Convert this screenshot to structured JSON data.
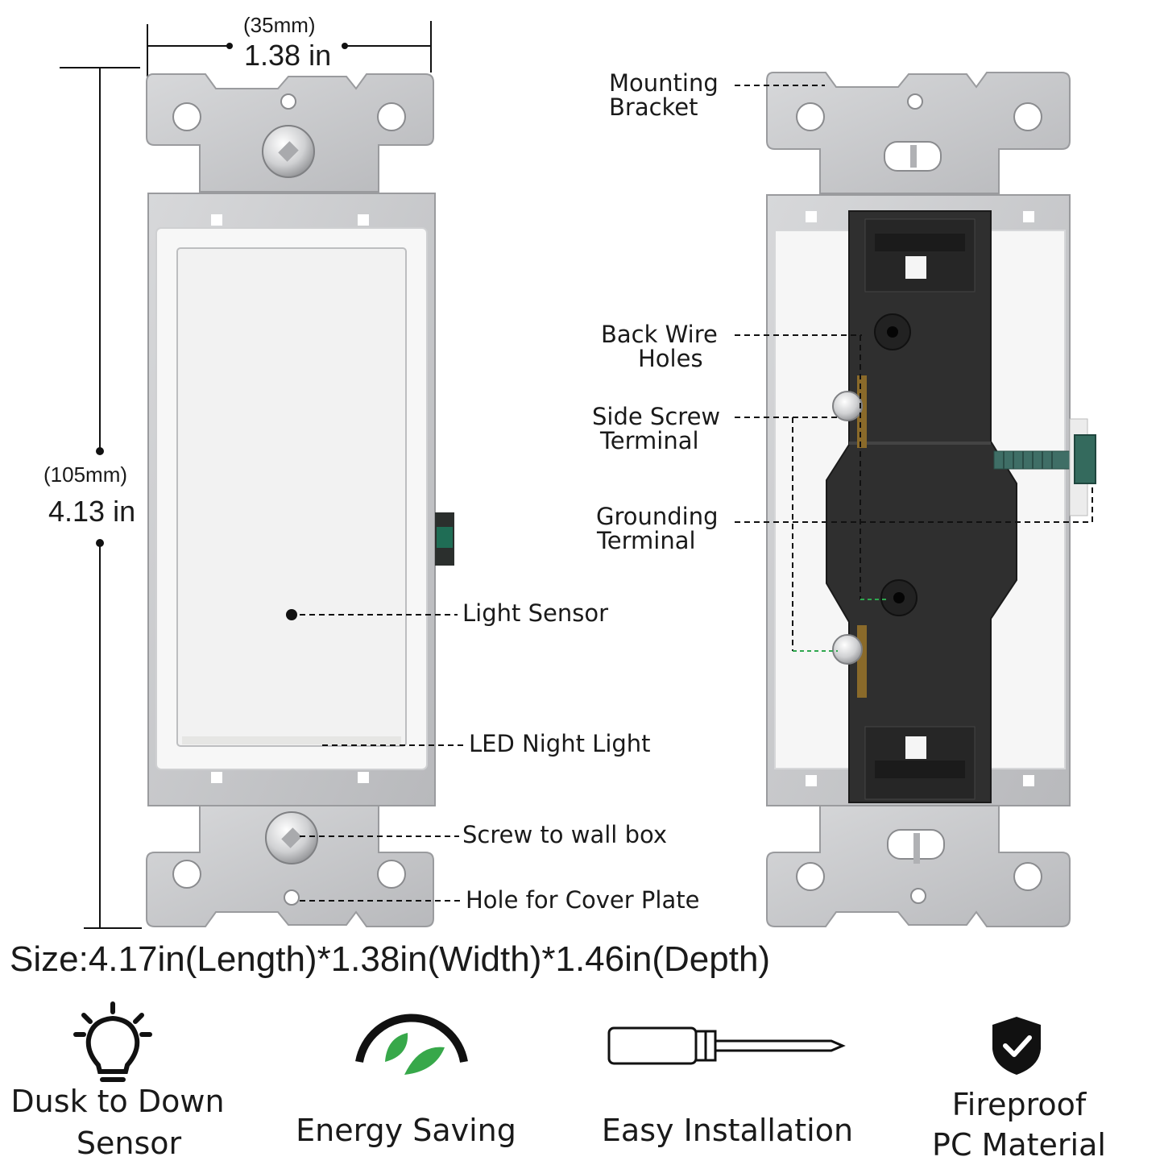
{
  "dimensions": {
    "width_mm": "(35mm)",
    "width_in": "1.38 in",
    "height_mm": "(105mm)",
    "height_in": "4.13 in"
  },
  "front_labels": {
    "light_sensor": "Light Sensor",
    "led_night_light": "LED Night Light",
    "screw_to_wall_box": "Screw to wall box",
    "hole_for_cover_plate": "Hole for Cover Plate"
  },
  "back_labels": {
    "mounting_bracket_1": "Mounting",
    "mounting_bracket_2": "Bracket",
    "back_wire_holes_1": "Back Wire",
    "back_wire_holes_2": "Holes",
    "side_screw_terminal_1": "Side Screw",
    "side_screw_terminal_2": "Terminal",
    "grounding_terminal_1": "Grounding",
    "grounding_terminal_2": "Terminal"
  },
  "size_text": "Size:4.17in(Length)*1.38in(Width)*1.46in(Depth)",
  "features": [
    {
      "line1": "Dusk to Down",
      "line2": "Sensor",
      "icon": "light-bulb-icon"
    },
    {
      "line1": "Energy Saving",
      "line2": "",
      "icon": "leaf-gauge-icon"
    },
    {
      "line1": "Easy Installation",
      "line2": "",
      "icon": "screwdriver-icon"
    },
    {
      "line1": "Fireproof",
      "line2": "PC Material",
      "icon": "shield-check-icon"
    }
  ],
  "colors": {
    "bracket": "#c9cacc",
    "switch_white": "#f4f4f4",
    "housing_black": "#2e2e2e",
    "green": "#2fa84f"
  }
}
